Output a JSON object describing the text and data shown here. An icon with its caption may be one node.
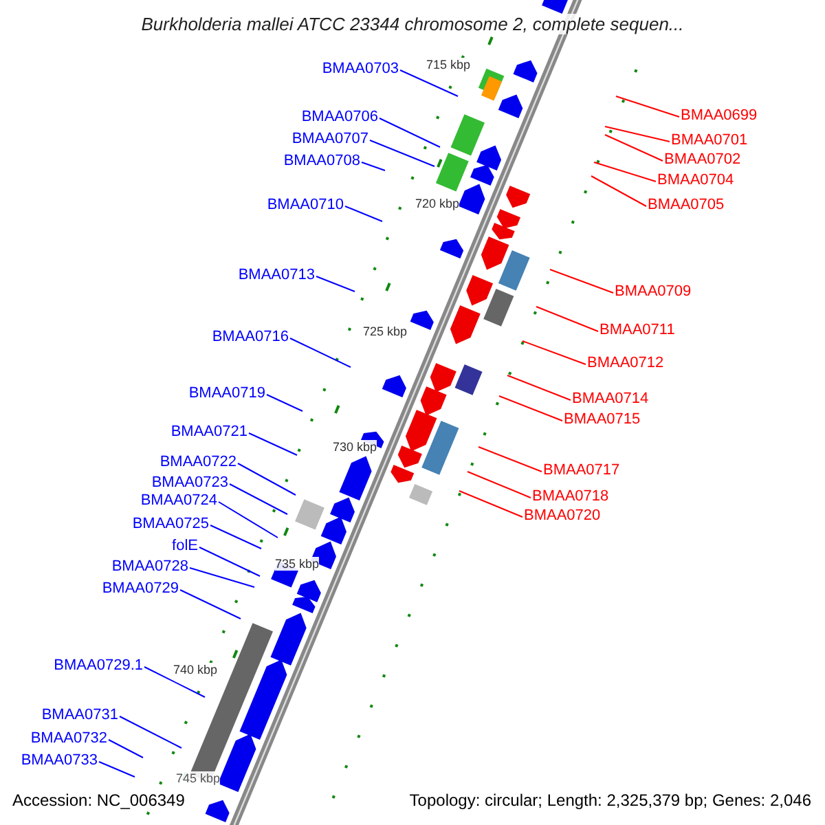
{
  "diagram": {
    "title": "Burkholderia mallei ATCC 23344 chromosome 2, complete sequen...",
    "nodes": [
      {
        "text": [
          "BMAA0703"
        ]
      },
      {
        "text": [
          "BMAA0699"
        ]
      },
      {
        "text": [
          "BMAA0706"
        ]
      },
      {
        "text": [
          "BMAA0707"
        ]
      },
      {
        "text": [
          "BMAA0701"
        ]
      },
      {
        "text": [
          "BMAA0702"
        ]
      },
      {
        "text": [
          "BMAA0708"
        ]
      },
      {
        "text": [
          "BMAA0704"
        ]
      },
      {
        "text": [
          "BMAA0710"
        ]
      },
      {
        "text": [
          "BMAA0705"
        ]
      },
      {
        "text": [
          "BMAA0713"
        ]
      },
      {
        "text": [
          "BMAA0709"
        ]
      },
      {
        "text": [
          "BMAA0711"
        ]
      },
      {
        "text": [
          "BMAA0716"
        ]
      },
      {
        "text": [
          "BMAA0712"
        ]
      },
      {
        "text": [
          "BMAA0719"
        ]
      },
      {
        "text": [
          "BMAA0714"
        ]
      },
      {
        "text": [
          "BMAA0715"
        ]
      },
      {
        "text": [
          "BMAA0721"
        ]
      },
      {
        "text": [
          "BMAA0722"
        ]
      },
      {
        "text": [
          "BMAA0717"
        ]
      },
      {
        "text": [
          "BMAA0723"
        ]
      },
      {
        "text": [
          "BMAA0718"
        ]
      },
      {
        "text": [
          "BMAA0724"
        ]
      },
      {
        "text": [
          "BMAA0720"
        ]
      },
      {
        "text": [
          "BMAA0725"
        ]
      },
      {
        "text": [
          "folE"
        ]
      },
      {
        "text": [
          "BMAA0728"
        ]
      },
      {
        "text": [
          "BMAA0729"
        ]
      },
      {
        "text": [
          "BMAA0729.1"
        ]
      },
      {
        "text": [
          "BMAA0731"
        ]
      },
      {
        "text": [
          "BMAA0732"
        ]
      },
      {
        "text": [
          "BMAA0733"
        ]
      }
    ],
    "edges": [
      {
        "from": 0,
        "to": null,
        "arrow": "none"
      },
      {
        "from": 1,
        "to": null,
        "arrow": "none",
        "color": "#ff0000"
      },
      {
        "from": 2,
        "to": null,
        "arrow": "none"
      },
      {
        "from": 3,
        "to": null,
        "arrow": "none"
      },
      {
        "from": 4,
        "to": null,
        "arrow": "none",
        "color": "#ff0000"
      },
      {
        "from": 5,
        "to": null,
        "arrow": "none",
        "color": "#ff0000"
      },
      {
        "from": 6,
        "to": null,
        "arrow": "none"
      },
      {
        "from": 7,
        "to": null,
        "arrow": "none",
        "color": "#ff0000"
      },
      {
        "from": 8,
        "to": null,
        "arrow": "none"
      },
      {
        "from": 9,
        "to": null,
        "arrow": "none",
        "color": "#ff0000"
      },
      {
        "from": 10,
        "to": null,
        "arrow": "none"
      },
      {
        "from": 11,
        "to": null,
        "arrow": "none",
        "color": "#ff0000"
      },
      {
        "from": 12,
        "to": null,
        "arrow": "none",
        "color": "#ff0000"
      },
      {
        "from": 13,
        "to": null,
        "arrow": "none"
      },
      {
        "from": 14,
        "to": null,
        "arrow": "none",
        "color": "#ff0000"
      },
      {
        "from": 15,
        "to": null,
        "arrow": "none"
      },
      {
        "from": 16,
        "to": null,
        "arrow": "none",
        "color": "#ff0000"
      },
      {
        "from": 17,
        "to": null,
        "arrow": "none",
        "color": "#ff0000"
      },
      {
        "from": 18,
        "to": null,
        "arrow": "none"
      },
      {
        "from": 19,
        "to": null,
        "arrow": "none"
      },
      {
        "from": 20,
        "to": null,
        "arrow": "none",
        "color": "#ff0000"
      },
      {
        "from": 21,
        "to": null,
        "arrow": "none"
      },
      {
        "from": 22,
        "to": null,
        "arrow": "none",
        "color": "#ff0000"
      },
      {
        "from": 23,
        "to": null,
        "arrow": "none"
      },
      {
        "from": 24,
        "to": null,
        "arrow": "none",
        "color": "#ff0000"
      },
      {
        "from": 25,
        "to": null,
        "arrow": "none"
      },
      {
        "from": 26,
        "to": null,
        "arrow": "none"
      },
      {
        "from": 27,
        "to": null,
        "arrow": "none"
      },
      {
        "from": 28,
        "to": null,
        "arrow": "none"
      },
      {
        "from": 29,
        "to": null,
        "arrow": "none"
      },
      {
        "from": 30,
        "to": null,
        "arrow": "none"
      },
      {
        "from": 31,
        "to": null,
        "arrow": "none"
      },
      {
        "from": 32,
        "to": null,
        "arrow": "none"
      }
    ],
    "labels": [
      "715 kbp",
      "720 kbp",
      "725 kbp",
      "730 kbp",
      "735 kbp",
      "740 kbp",
      "745 kbp",
      "Accession: NC_006349",
      "Topology: circular; Length: 2,325,379 bp; Genes: 2,046"
    ]
  }
}
